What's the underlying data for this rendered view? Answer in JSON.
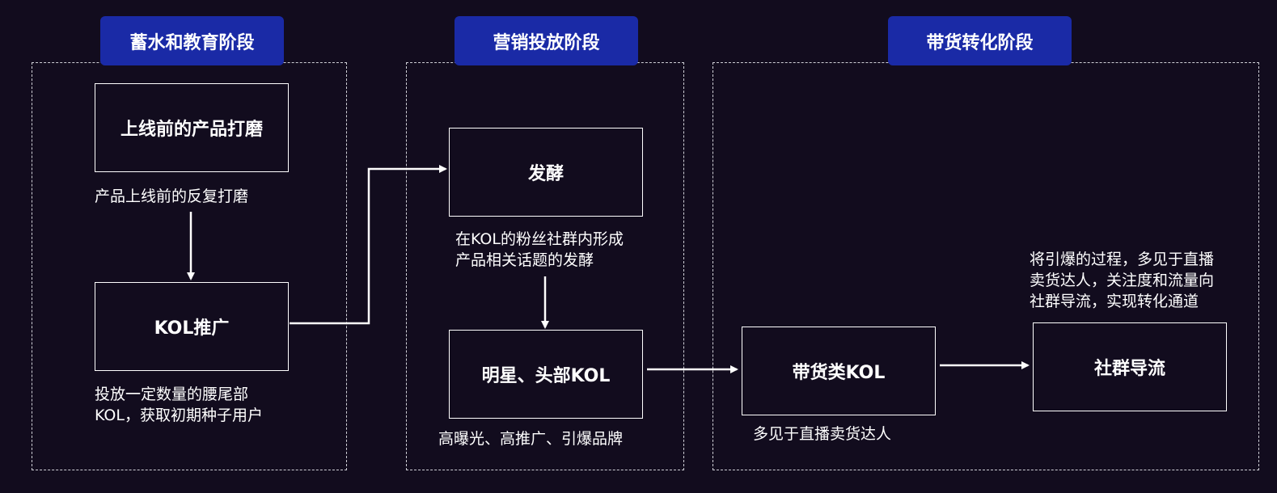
{
  "stages": [
    {
      "label": "蓄水和教育阶段"
    },
    {
      "label": "营销投放阶段"
    },
    {
      "label": "带货转化阶段"
    }
  ],
  "nodes": {
    "polish": "上线前的产品打磨",
    "kol_promo": "KOL推广",
    "ferment": "发酵",
    "celebrity": "明星、头部KOL",
    "sales_kol": "带货类KOL",
    "community": "社群导流"
  },
  "captions": {
    "polish": "产品上线前的反复打磨",
    "kol_promo": [
      "投放一定数量的腰尾部",
      "KOL，获取初期种子用户"
    ],
    "ferment": [
      "在KOL的粉丝社群内形成",
      "产品相关话题的发酵"
    ],
    "celebrity": "高曝光、高推广、引爆品牌",
    "sales_kol": "多见于直播卖货达人",
    "community": [
      "将引爆的过程，多见于直播",
      "卖货达人，关注度和流量向",
      "社群导流，实现转化通道"
    ]
  },
  "colors": {
    "background": "#120c1e",
    "stage_label_bg": "#1a2aa6",
    "line": "#ffffff"
  }
}
